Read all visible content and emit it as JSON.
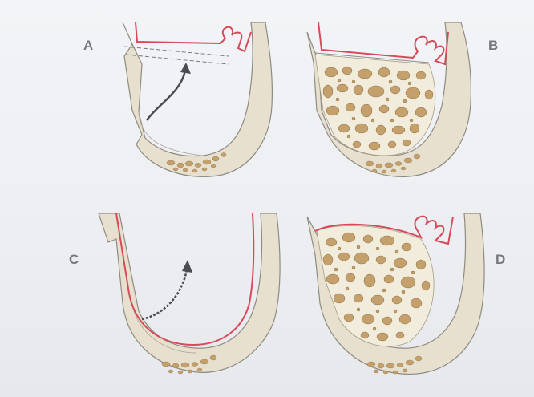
{
  "panels": [
    {
      "id": "A",
      "label": "A"
    },
    {
      "id": "B",
      "label": "B"
    },
    {
      "id": "C",
      "label": "C"
    },
    {
      "id": "D",
      "label": "D"
    }
  ],
  "colors": {
    "background": "#eef0f3",
    "bone_fill": "#e7e0cf",
    "bone_outline": "#8e8b82",
    "membrane": "#d64a5a",
    "graft_particle": "#c3a06c",
    "arrow": "#4a4c52"
  }
}
